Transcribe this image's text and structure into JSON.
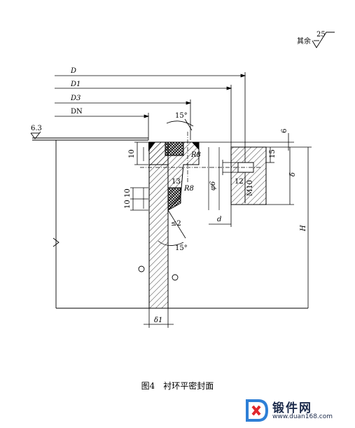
{
  "roughness": {
    "prefix": "其余",
    "value": "25",
    "surface": "6.3"
  },
  "dimensions": {
    "D": "D",
    "D1": "D1",
    "D3": "D3",
    "DN": "DN",
    "angle_top": "15°",
    "angle_bottom": "15°",
    "R8_top": "R8",
    "R8_bottom": "R8",
    "dim_10_a": "10",
    "dim_10_b": "10",
    "dim_10_c": "10",
    "dim_6": "6",
    "dim_15": "15",
    "dim_12": "12",
    "dim_13": "13",
    "dim_le2": "≤2",
    "phi6": "φ6",
    "m10": "M10",
    "d": "d",
    "delta": "δ",
    "H": "H",
    "delta1": "δ1"
  },
  "caption": "图4　衬环平密封面",
  "watermark": {
    "title": "锻件网",
    "url": "www.duan168.com"
  },
  "colors": {
    "line": "#000000",
    "logo_blue": "#2e7fd6",
    "logo_red": "#e0262b",
    "logo_text": "#1b2a4a"
  }
}
